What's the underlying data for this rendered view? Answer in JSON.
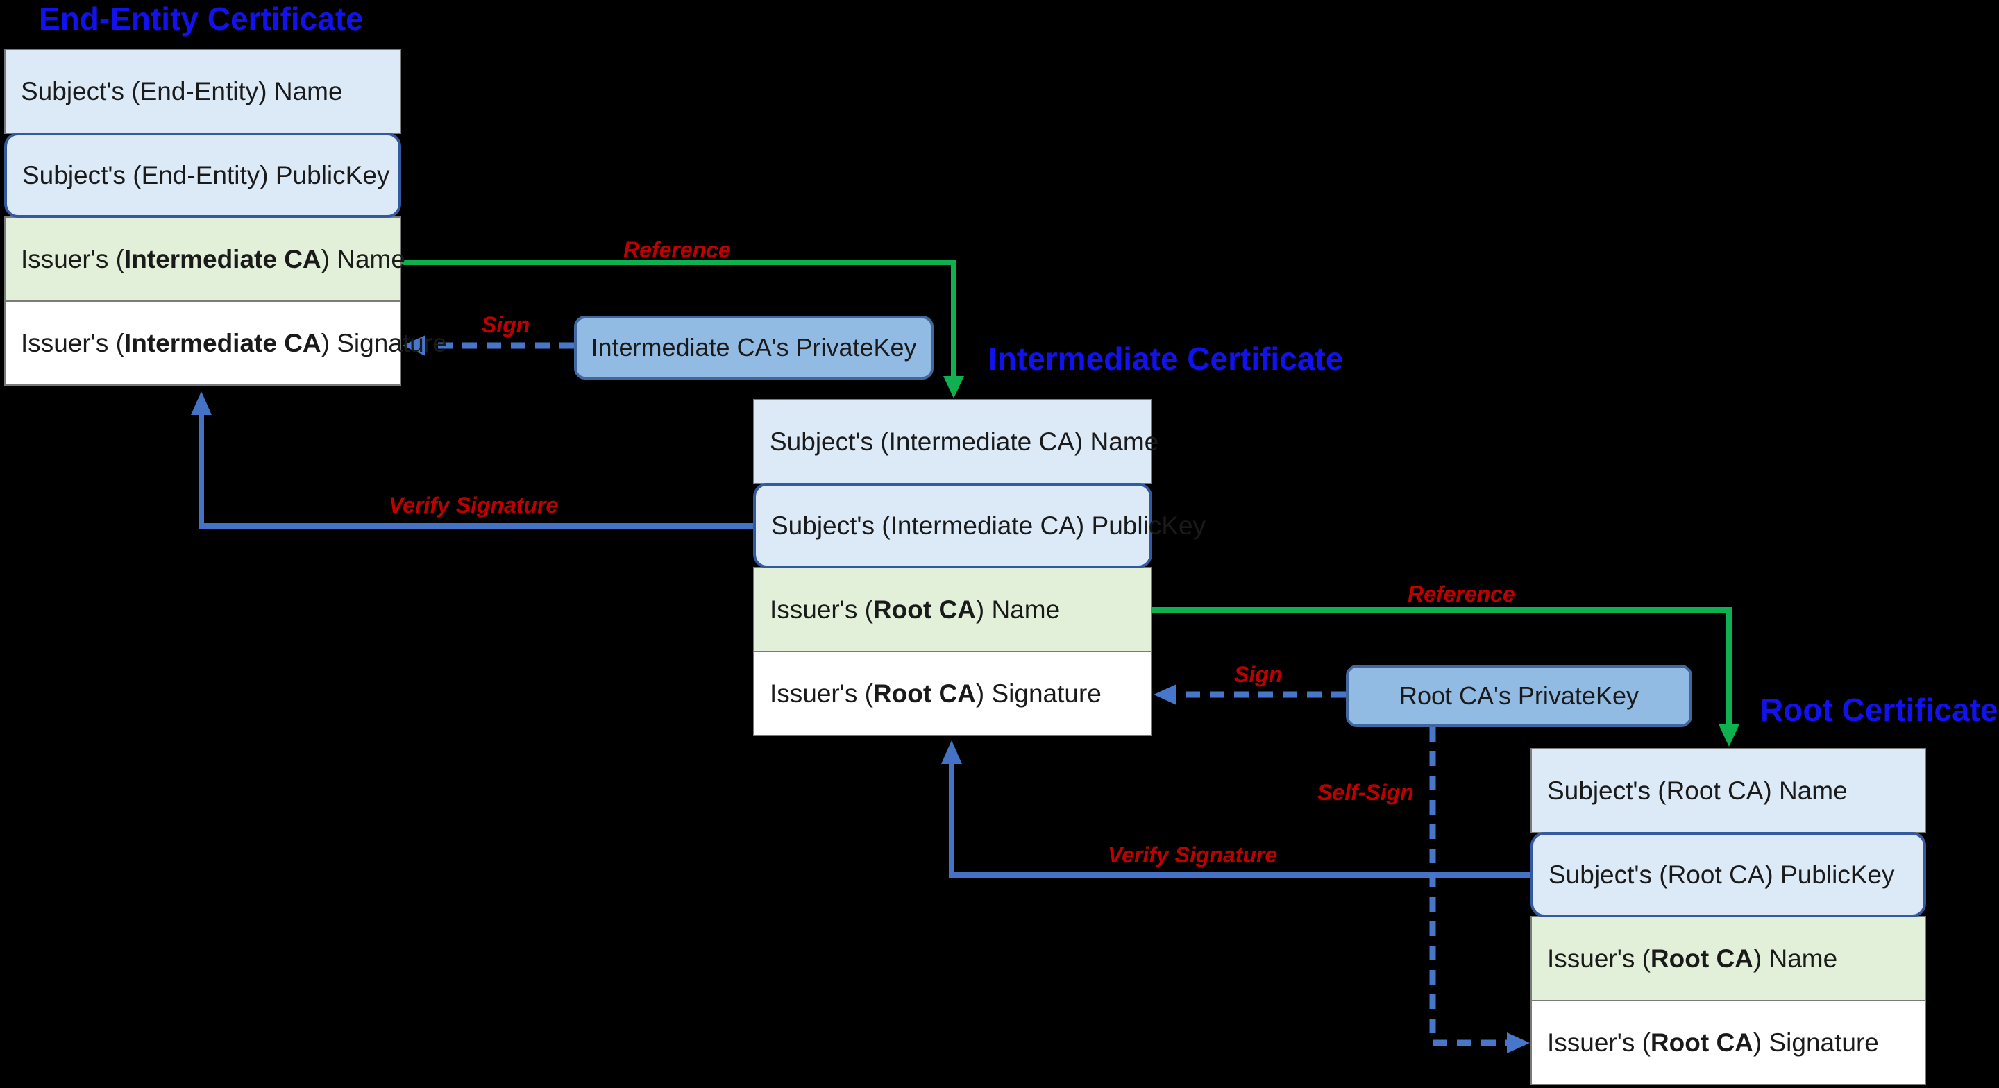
{
  "colors": {
    "bg": "#000000",
    "title": "#1212ee",
    "label": "#c00000",
    "green": "#0eb050",
    "blue": "#4472c4",
    "blue_dash": "#4677cb",
    "row_blue": "#dce9f6",
    "row_green": "#e2efd9",
    "row_white": "#ffffff",
    "row_border": "#7a7a7a",
    "pubkey_border": "#35599e",
    "key_fill": "#92bbe3",
    "key_border": "#41689e",
    "text": "#1a1a1a"
  },
  "certificates": {
    "end_entity": {
      "title": "End-Entity Certificate",
      "rows": [
        {
          "prefix": "Subject's (End-Entity) Name",
          "bold": "",
          "suffix": ""
        },
        {
          "prefix": "Subject's (End-Entity) PublicKey",
          "bold": "",
          "suffix": ""
        },
        {
          "prefix": "Issuer's (",
          "bold": "Intermediate CA",
          "suffix": ") Name"
        },
        {
          "prefix": "Issuer's (",
          "bold": "Intermediate CA",
          "suffix": ") Signature"
        }
      ]
    },
    "intermediate": {
      "title": "Intermediate Certificate",
      "rows": [
        {
          "prefix": "Subject's (Intermediate CA) Name",
          "bold": "",
          "suffix": ""
        },
        {
          "prefix": "Subject's (Intermediate CA) PublicKey",
          "bold": "",
          "suffix": ""
        },
        {
          "prefix": "Issuer's (",
          "bold": "Root CA",
          "suffix": ") Name"
        },
        {
          "prefix": "Issuer's (",
          "bold": "Root CA",
          "suffix": ") Signature"
        }
      ]
    },
    "root": {
      "title": "Root Certificate",
      "rows": [
        {
          "prefix": "Subject's (Root CA) Name",
          "bold": "",
          "suffix": ""
        },
        {
          "prefix": "Subject's (Root CA) PublicKey",
          "bold": "",
          "suffix": ""
        },
        {
          "prefix": "Issuer's (",
          "bold": "Root CA",
          "suffix": ") Name"
        },
        {
          "prefix": "Issuer's (",
          "bold": "Root CA",
          "suffix": ") Signature"
        }
      ]
    }
  },
  "keys": {
    "intermediate_key_label": "Intermediate CA's PrivateKey",
    "root_key_label": "Root CA's PrivateKey"
  },
  "arrow_labels": {
    "reference1": "Reference",
    "reference2": "Reference",
    "sign1": "Sign",
    "sign2": "Sign",
    "self_sign": "Self-Sign",
    "verify1": "Verify Signature",
    "verify2": "Verify Signature"
  }
}
